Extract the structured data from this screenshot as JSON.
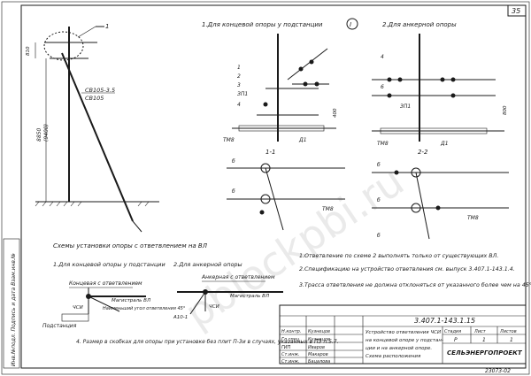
{
  "sheet": {
    "number": "35",
    "drawing_code": "3.407.1-143.1.15",
    "org": "СЕЛЬЭНЕРГОПРОЕКТ",
    "footer_code": "23073-02",
    "title_lines": [
      "Устройство ответвления ЧСИ",
      "на концевой опоре у подстан-",
      "ции и на анкерной опоре.",
      "Схема расположения"
    ],
    "roles": [
      "Н.контр.",
      "Гл.спец.",
      "ГИП",
      "Ст.инж.",
      "Ст.инж."
    ],
    "names": [
      "Кузнецов",
      "Кузнецов",
      "Иваров",
      "Макаров",
      "Бацалова"
    ],
    "stage_label": "Стадия",
    "stage_value": "Р",
    "list_label": "Лист",
    "list_value": "1",
    "lists_label": "Листов",
    "lists_value": "1",
    "side_stamp": "Инв.№подл. Подпись и дата Взам.инв.№"
  },
  "watermark": "pblockpbi.ru",
  "left_view": {
    "callout": "1",
    "dims": [
      "810",
      "8850",
      "(9400)"
    ],
    "labels": [
      "СВ105-3.5",
      "СВ105"
    ],
    "title": "Схемы установки опоры с ответвлением на ВЛ",
    "sub_a": "1.Для концевой опоры у подстанции",
    "sub_b": "2.Для анкерной опоры"
  },
  "top_view": {
    "title_a": "1.Для концевой опоры у подстанции",
    "title_b": "2.Для анкерной опоры",
    "circle": "I",
    "labels_a": [
      "1",
      "2",
      "3",
      "ЗП1",
      "4",
      "ТМ8",
      "Д1",
      "400"
    ],
    "labels_b": [
      "4",
      "6",
      "ЗП1",
      "ТМ8",
      "Д1",
      "800"
    ],
    "section_a": "1-1",
    "section_b": "2-2",
    "plan_labels": [
      "б",
      "б",
      "ТМ8",
      "б",
      "б",
      "ТМ8",
      "б"
    ]
  },
  "scheme": {
    "a_top": "Концевая с ответвлением",
    "a_line": "Магистраль ВЛ",
    "a_angle": "Наименьший угол ответвления 45°",
    "a_side": "Подстанция",
    "a_node": "ЧСИ",
    "b_top": "Анкерная с ответвлением",
    "b_line": "Магистраль ВЛ",
    "b_node": "ЧСИ",
    "b_side": "А10-1"
  },
  "notes": {
    "n1": "1.Ответвление по схеме 2 выполнять только от существующих ВЛ.",
    "n2": "2.Спецификацию на устройство ответвления см. выпуск 3.407.1-143.1.4.",
    "n3": "3.Трасса ответвления не должна отклоняться от указанного более чем на 45°",
    "n4": "4. Размер в скобках для опоры при установке без плит П-3и в случаях, указанных в ПЗ п.5.7."
  }
}
